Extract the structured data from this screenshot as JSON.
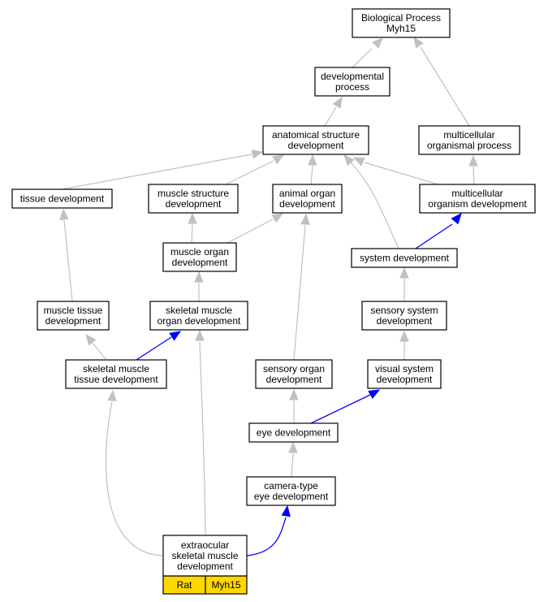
{
  "colors": {
    "is_a_edge": "#c0c0c0",
    "part_of_edge": "#0000ff",
    "legend_fill": "#ffd700"
  },
  "nodes": {
    "bp": [
      "Biological Process",
      "Myh15"
    ],
    "devproc": [
      "developmental",
      "process"
    ],
    "asd": [
      "anatomical structure",
      "development"
    ],
    "mop": [
      "multicellular",
      "organismal process"
    ],
    "tissue": [
      "tissue development"
    ],
    "msd": [
      "muscle structure",
      "development"
    ],
    "aod": [
      "animal organ",
      "development"
    ],
    "mod": [
      "multicellular",
      "organism development"
    ],
    "muscleorg": [
      "muscle organ",
      "development"
    ],
    "sysdev": [
      "system development"
    ],
    "mtd": [
      "muscle tissue",
      "development"
    ],
    "smod": [
      "skeletal muscle",
      "organ development"
    ],
    "ssd": [
      "sensory system",
      "development"
    ],
    "smtd": [
      "skeletal muscle",
      "tissue development"
    ],
    "sod": [
      "sensory organ",
      "development"
    ],
    "vsd": [
      "visual system",
      "development"
    ],
    "eye": [
      "eye development"
    ],
    "cted": [
      "camera-type",
      "eye development"
    ],
    "esmd": [
      "extraocular",
      "skeletal muscle",
      "development"
    ]
  },
  "legend": {
    "species": "Rat",
    "gene": "Myh15"
  }
}
